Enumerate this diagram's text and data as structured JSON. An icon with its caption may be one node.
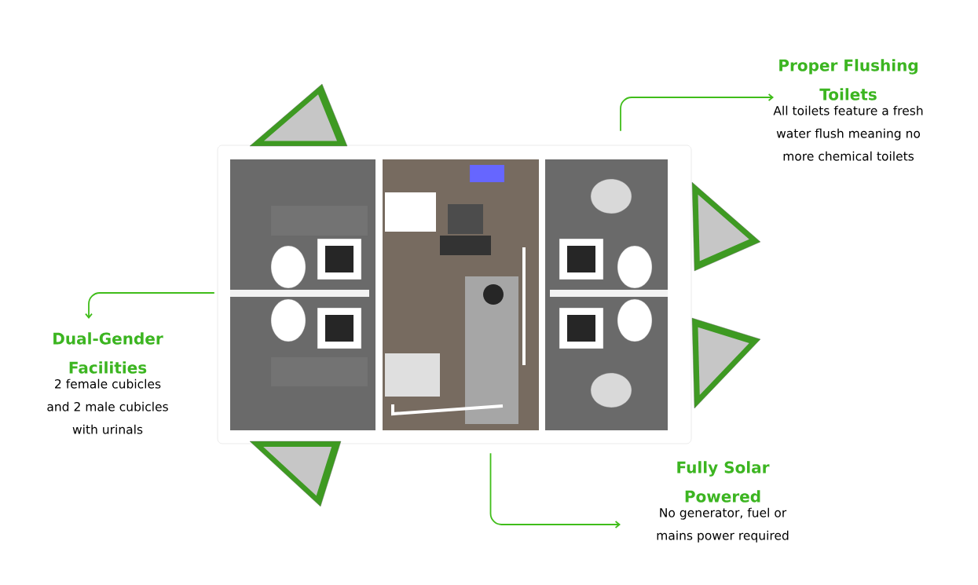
{
  "diagram": {
    "nodes": [
      {
        "text": [],
        "shape": "picture"
      },
      {
        "text": [
          "Proper Flushing Toilets",
          "All toilets feature a fresh water flush meaning no more chemical toilets"
        ]
      },
      {
        "text": [
          "Dual-Gender Facilities",
          "2 female cubicles and 2 male cubicles with urinals"
        ]
      },
      {
        "text": [
          "Fully Solar Powered",
          "No generator, fuel or mains power required"
        ]
      }
    ],
    "edges": [
      {
        "from": 0,
        "to": 1,
        "arrow": "to"
      },
      {
        "from": 0,
        "to": 2,
        "arrow": "to"
      },
      {
        "from": 0,
        "to": 3,
        "arrow": "to"
      }
    ]
  }
}
